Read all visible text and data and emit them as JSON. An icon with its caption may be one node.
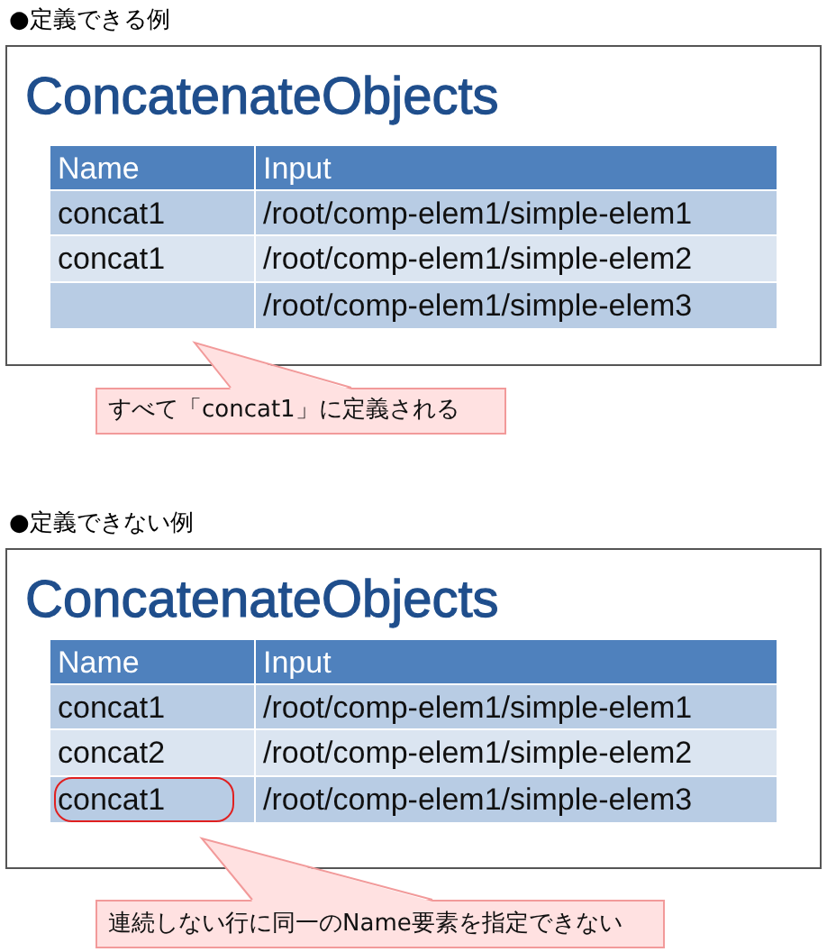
{
  "diagram": {
    "nodes": [
      {
        "text": [
          "●定義できる例",
          "ConcatenateObjects"
        ]
      },
      {
        "text": [
          "すべて「concat1」に定義される"
        ]
      },
      {
        "text": [
          "●定義できない例",
          "ConcatenateObjects"
        ]
      },
      {
        "text": [
          "concat1"
        ],
        "in": 2
      },
      {
        "text": [
          "連続しない行に同一のName要素を指定できない"
        ]
      }
    ],
    "labels": [
      "Name",
      "Input",
      "concat1",
      "/root/comp-elem1/simple-elem1",
      "concat1",
      "/root/comp-elem1/simple-elem2",
      "/root/comp-elem1/simple-elem3",
      "Name",
      "Input",
      "concat1",
      "/root/comp-elem1/simple-elem1",
      "concat2",
      "/root/comp-elem1/simple-elem2",
      "/root/comp-elem1/simple-elem3"
    ]
  }
}
